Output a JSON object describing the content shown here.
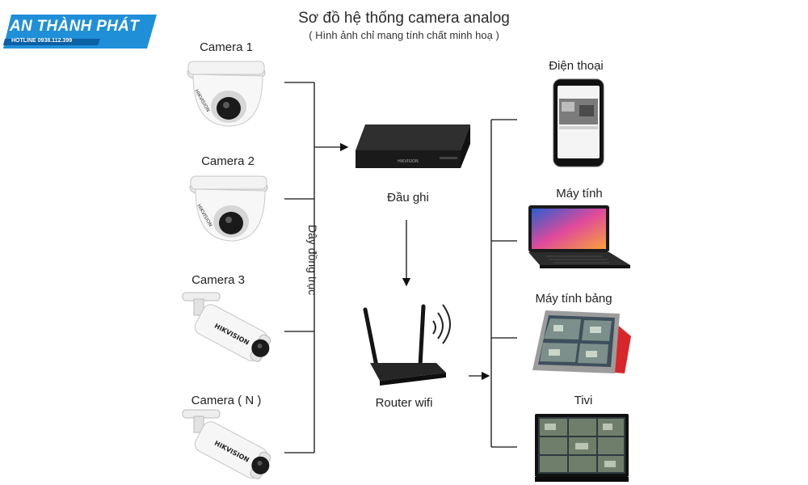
{
  "brand": {
    "name": "AN THÀNH PHÁT",
    "hotline": "HOTLINE 0938.112.399"
  },
  "header": {
    "title": "Sơ đồ hệ thống camera analog",
    "subtitle": "( Hình ảnh chỉ mang tính chất minh hoạ )"
  },
  "cameras": [
    "Camera 1",
    "Camera 2",
    "Camera 3",
    "Camera ( N )"
  ],
  "cable_label": "Dây đồng trục",
  "recorder_label": "Đầu ghi",
  "router_label": "Router wifi",
  "devices": [
    "Điện thoại",
    "Máy tính",
    "Máy tính bảng",
    "Tivi"
  ],
  "camera_brand": "HIKVISION",
  "colors": {
    "brand_blue": "#1f8fd8",
    "line": "#111111",
    "tablet_case": "#d9262a"
  }
}
